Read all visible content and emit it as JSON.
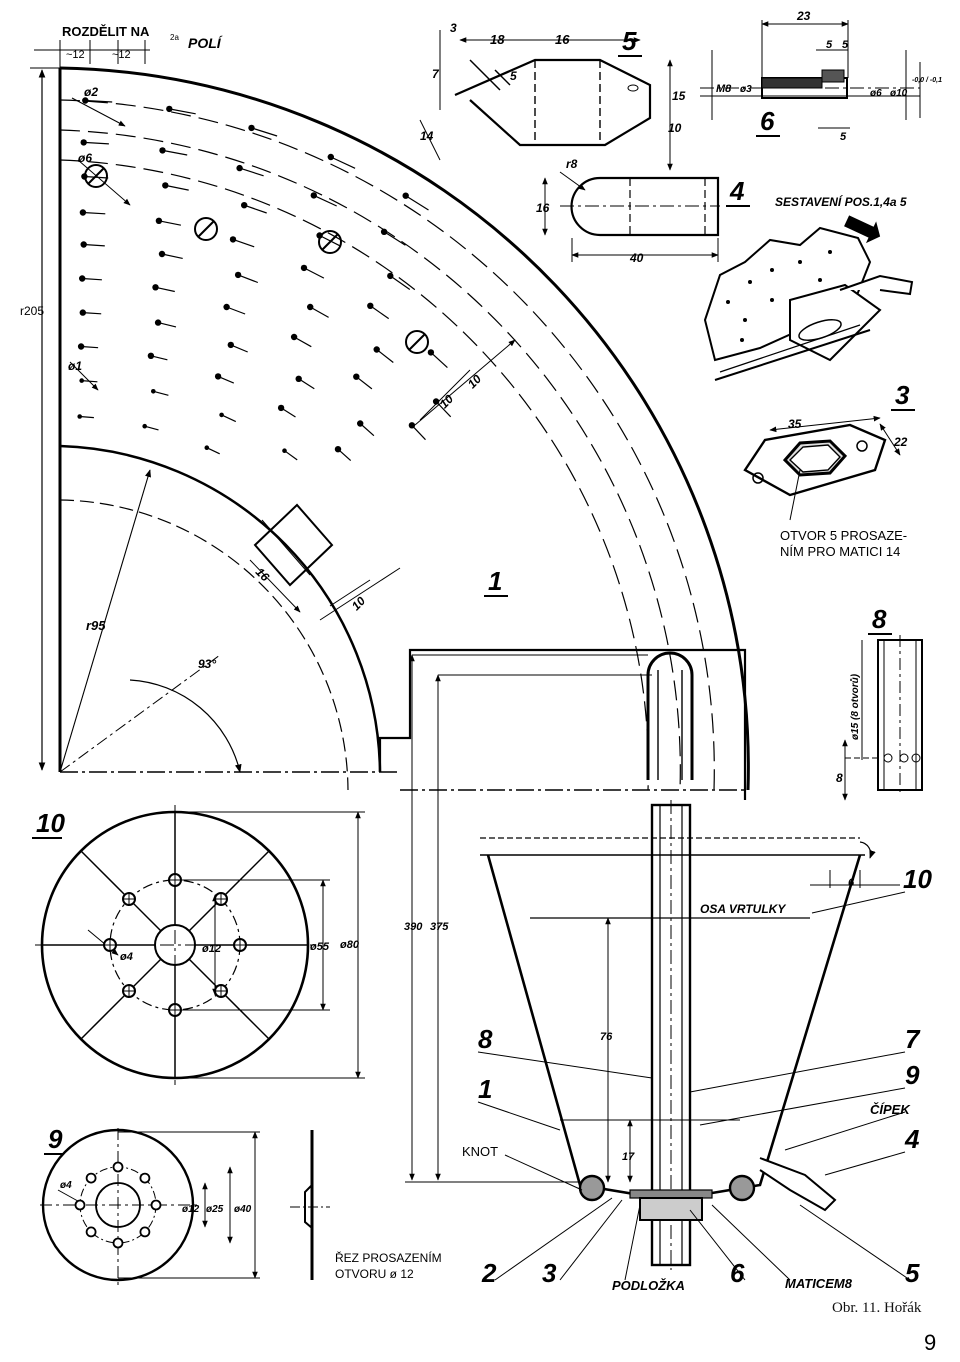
{
  "figure": {
    "caption": "Obr. 11. Hořák",
    "page_number": "9"
  },
  "texts": {
    "rozdelit": "ROZDĚLIT NA",
    "rozdelit_sup": "2a",
    "poli": "POLÍ",
    "d12a": "~12",
    "d12b": "~12",
    "phi2": "ø2",
    "phi6": "ø6",
    "phi1": "ø1",
    "r205": "r205",
    "r95": "r95",
    "r8": "r8",
    "deg93": "93°",
    "d16_angle": "16",
    "d10_angle": "10",
    "d10a": "10",
    "d10b": "10",
    "part1": "1",
    "part3_label": "3",
    "part4_label": "4",
    "part5_label": "5",
    "part6_label": "6",
    "part8_label": "8",
    "part10_label": "10",
    "part9_label": "9",
    "p5_3": "3",
    "p5_18": "18",
    "p5_16": "16",
    "p5_7": "7",
    "p5_5": "5",
    "p5_15": "15",
    "p5_14": "14",
    "p5_10": "10",
    "p4_16": "16",
    "p4_40": "40",
    "p6_23": "23",
    "p6_5a": "5",
    "p6_5b": "5",
    "p6_5c": "5",
    "p6_m8": "M8",
    "p6_phi3": "ø3",
    "p6_phi6": "ø6",
    "p6_phi10": "ø10",
    "p6_tol": "-0,0 / -0,1",
    "sestaveni": "SESTAVENÍ POS.1,4a 5",
    "p3_35": "35",
    "p3_22": "22",
    "otvor1": "OTVOR 5 PROSAZE-",
    "otvor2": "NÍM PRO MATICI 14",
    "p8_side": "ø15 (8 otvorů)",
    "p8_8": "8",
    "p10_6": "6",
    "p10_phi4": "ø4",
    "p10_phi12": "ø12",
    "p10_phi55": "ø55",
    "p10_phi80": "ø80",
    "d390": "390",
    "d375": "375",
    "osa": "OSA VRTULKY",
    "d76": "76",
    "d17": "17",
    "lbl8": "8",
    "lbl1": "1",
    "lbl7": "7",
    "lbl9": "9",
    "lbl4": "4",
    "cipek": "ČÍPEK",
    "knot": "KNOT",
    "lbl2": "2",
    "lbl3": "3",
    "podlozka": "PODLOŽKA",
    "lbl6": "6",
    "maticem8": "MATICEM8",
    "lbl5": "5",
    "p9_phi4": "ø4",
    "p9_phi12": "ø12",
    "p9_phi25": "ø25",
    "p9_phi40": "ø40",
    "rez1": "ŘEZ PROSAZENÍM",
    "rez2": "OTVORU ø 12"
  }
}
